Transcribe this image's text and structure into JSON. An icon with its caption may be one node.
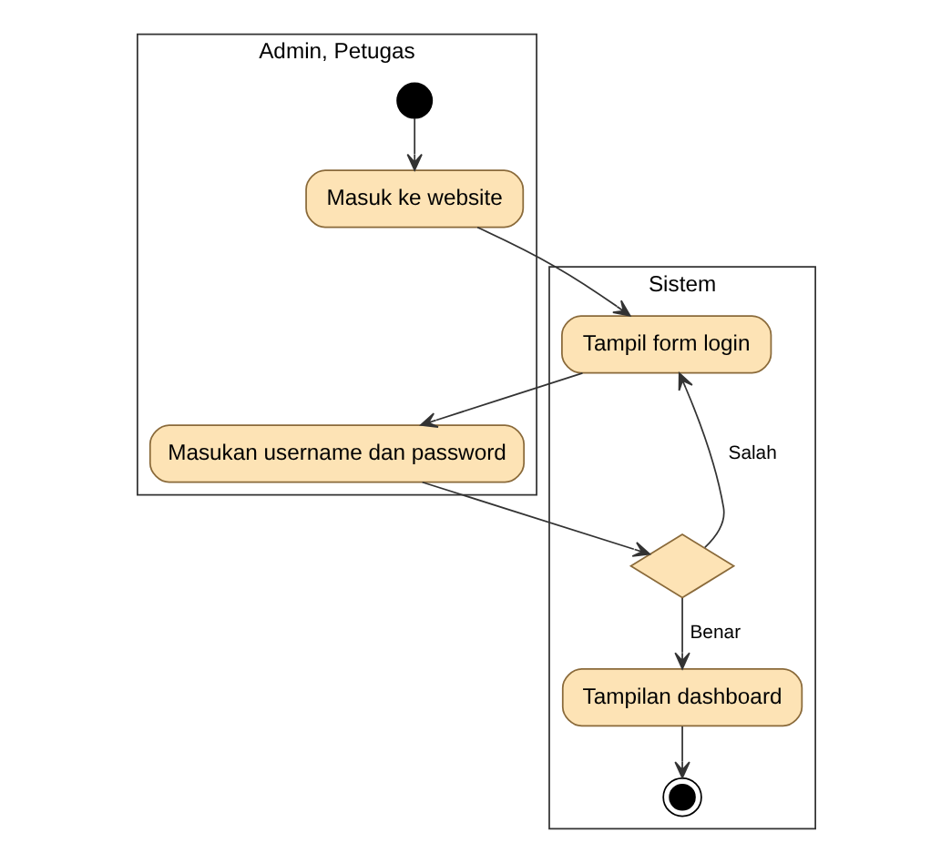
{
  "diagram": {
    "nodes": [
      {
        "text": [
          "Admin, Petugas"
        ]
      },
      {
        "text": [
          "Sistem"
        ]
      },
      {
        "text": [],
        "shape": "circle",
        "in": 0
      },
      {
        "text": [
          "Masuk ke website"
        ],
        "in": 0
      },
      {
        "text": [
          "Masukan username dan password"
        ],
        "in": 0
      },
      {
        "text": [
          "Tampil form login"
        ],
        "in": 1
      },
      {
        "text": [],
        "shape": "diamond",
        "in": 1
      },
      {
        "text": [
          "Tampilan dashboard"
        ],
        "in": 1
      },
      {
        "text": [],
        "shape": "circle",
        "in": 1
      }
    ],
    "edges": [
      {
        "from": 2,
        "to": 3,
        "arrow": "to"
      },
      {
        "from": 3,
        "to": 5,
        "arrow": "to"
      },
      {
        "from": 5,
        "to": 4,
        "arrow": "to"
      },
      {
        "from": 4,
        "to": 6,
        "arrow": "to"
      },
      {
        "from": 6,
        "to": 5,
        "arrow": "to",
        "label": "Salah"
      },
      {
        "from": 6,
        "to": 7,
        "arrow": "to",
        "label": "Benar"
      },
      {
        "from": 7,
        "to": 8,
        "arrow": "to"
      }
    ]
  }
}
